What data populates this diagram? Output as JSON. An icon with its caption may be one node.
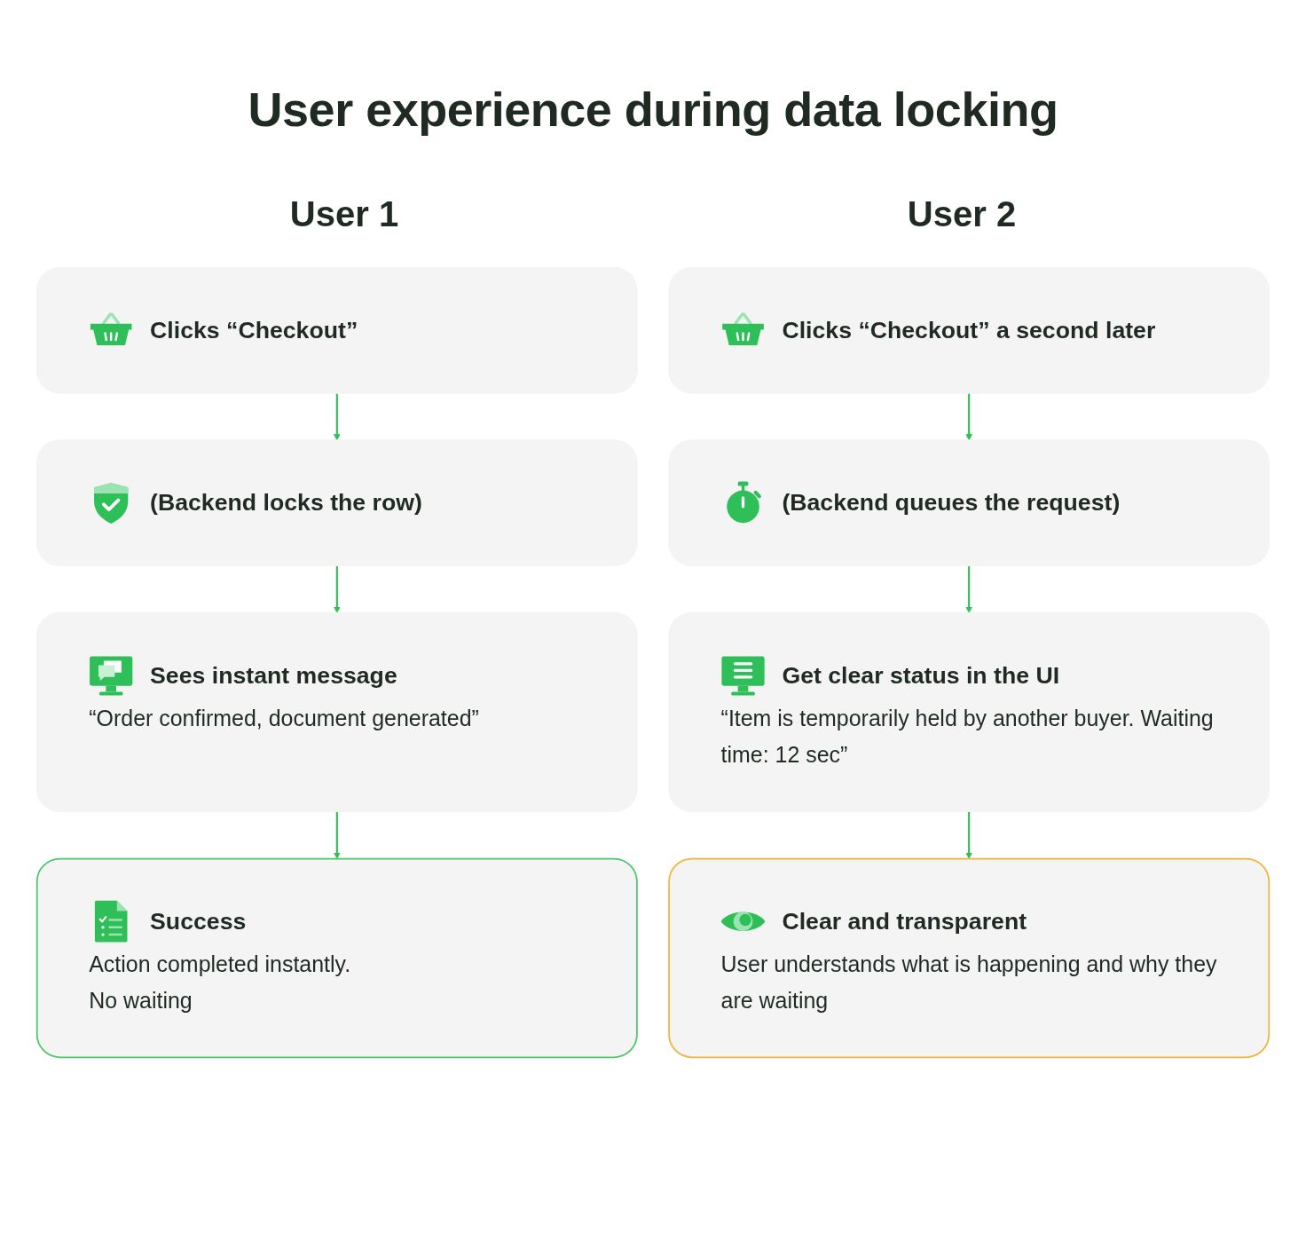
{
  "diagram": {
    "title": "User experience during data locking",
    "nodes": [
      {
        "text": [
          "Clicks “Checkout”"
        ]
      },
      {
        "text": [
          "(Backend locks the row)"
        ]
      },
      {
        "text": [
          "Sees instant message",
          "“Order confirmed, document generated”"
        ]
      },
      {
        "text": [
          "Success",
          "Action completed instantly.",
          "No waiting"
        ]
      },
      {
        "text": [
          "Clicks “Checkout” a second later"
        ]
      },
      {
        "text": [
          "(Backend queues the request)"
        ]
      },
      {
        "text": [
          "Get clear status in the UI",
          "“Item is temporarily held by another buyer. Waiting time: 12 sec”"
        ]
      },
      {
        "text": [
          "Clear and transparent",
          "User understands what is happening and why they are waiting"
        ]
      }
    ],
    "edges": [
      {
        "from": 0,
        "to": 1,
        "arrow": "to"
      },
      {
        "from": 1,
        "to": 2,
        "arrow": "to"
      },
      {
        "from": 2,
        "to": 3,
        "arrow": "to"
      },
      {
        "from": 4,
        "to": 5,
        "arrow": "to"
      },
      {
        "from": 5,
        "to": 6,
        "arrow": "to"
      },
      {
        "from": 6,
        "to": 7,
        "arrow": "to"
      }
    ],
    "labels": [
      "User 1",
      "User 2"
    ]
  }
}
